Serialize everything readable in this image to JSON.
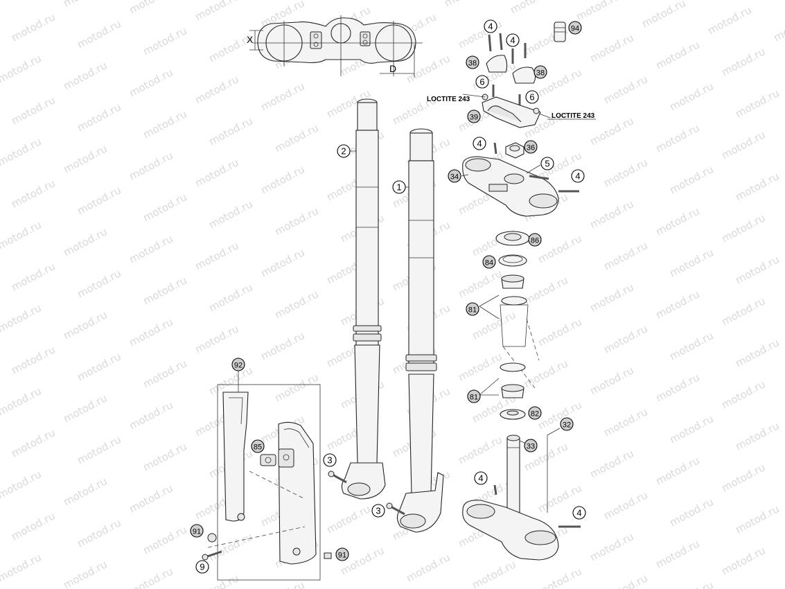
{
  "watermark": "motod.ru",
  "callouts": [
    {
      "id": "c1",
      "label": "1",
      "style": "open"
    },
    {
      "id": "c2",
      "label": "2",
      "style": "open"
    },
    {
      "id": "c3a",
      "label": "3",
      "style": "open"
    },
    {
      "id": "c3b",
      "label": "3",
      "style": "open"
    },
    {
      "id": "c4a",
      "label": "4",
      "style": "open"
    },
    {
      "id": "c4b",
      "label": "4",
      "style": "open"
    },
    {
      "id": "c4c",
      "label": "4",
      "style": "open"
    },
    {
      "id": "c4d",
      "label": "4",
      "style": "open"
    },
    {
      "id": "c4e",
      "label": "4",
      "style": "open"
    },
    {
      "id": "c4f",
      "label": "4",
      "style": "open"
    },
    {
      "id": "c5",
      "label": "5",
      "style": "open"
    },
    {
      "id": "c6a",
      "label": "6",
      "style": "open"
    },
    {
      "id": "c6b",
      "label": "6",
      "style": "open"
    },
    {
      "id": "c9",
      "label": "9",
      "style": "open"
    },
    {
      "id": "c32",
      "label": "32",
      "style": "filled"
    },
    {
      "id": "c33",
      "label": "33",
      "style": "filled"
    },
    {
      "id": "c34",
      "label": "34",
      "style": "filled"
    },
    {
      "id": "c36",
      "label": "36",
      "style": "filled"
    },
    {
      "id": "c38a",
      "label": "38",
      "style": "filled"
    },
    {
      "id": "c38b",
      "label": "38",
      "style": "filled"
    },
    {
      "id": "c39",
      "label": "39",
      "style": "filled"
    },
    {
      "id": "c81a",
      "label": "81",
      "style": "filled"
    },
    {
      "id": "c81b",
      "label": "81",
      "style": "filled"
    },
    {
      "id": "c82",
      "label": "82",
      "style": "filled"
    },
    {
      "id": "c84",
      "label": "84",
      "style": "filled"
    },
    {
      "id": "c85",
      "label": "85",
      "style": "filled"
    },
    {
      "id": "c86",
      "label": "86",
      "style": "filled"
    },
    {
      "id": "c91a",
      "label": "91",
      "style": "filled"
    },
    {
      "id": "c91b",
      "label": "91",
      "style": "filled"
    },
    {
      "id": "c92",
      "label": "92",
      "style": "filled"
    },
    {
      "id": "c94",
      "label": "94",
      "style": "filled"
    }
  ],
  "notes": {
    "loctite_left": "LOCTITE 243",
    "loctite_right": "LOCTITE 243"
  },
  "dimensions": {
    "x_label": "X",
    "d_label": "D"
  }
}
